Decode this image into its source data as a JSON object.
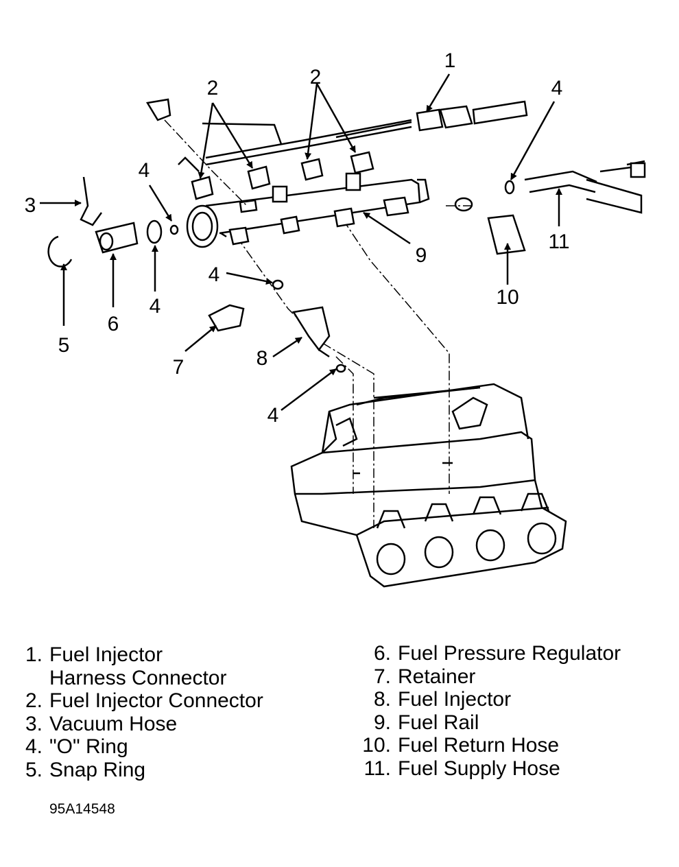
{
  "callouts": [
    {
      "id": "c1",
      "text": "1"
    },
    {
      "id": "c2a",
      "text": "2"
    },
    {
      "id": "c2b",
      "text": "2"
    },
    {
      "id": "c3",
      "text": "3"
    },
    {
      "id": "c4a",
      "text": "4"
    },
    {
      "id": "c4b",
      "text": "4"
    },
    {
      "id": "c4c",
      "text": "4"
    },
    {
      "id": "c4d",
      "text": "4"
    },
    {
      "id": "c4e",
      "text": "4"
    },
    {
      "id": "c5",
      "text": "5"
    },
    {
      "id": "c6",
      "text": "6"
    },
    {
      "id": "c7",
      "text": "7"
    },
    {
      "id": "c8",
      "text": "8"
    },
    {
      "id": "c9",
      "text": "9"
    },
    {
      "id": "c10",
      "text": "10"
    },
    {
      "id": "c11",
      "text": "11"
    }
  ],
  "legend_left": [
    {
      "num": "1.",
      "label": "Fuel Injector",
      "cont": "Harness Connector"
    },
    {
      "num": "2.",
      "label": "Fuel Injector Connector"
    },
    {
      "num": "3.",
      "label": "Vacuum Hose"
    },
    {
      "num": "4.",
      "label": "\"O\" Ring"
    },
    {
      "num": "5.",
      "label": "Snap Ring"
    }
  ],
  "legend_right": [
    {
      "num": "6.",
      "label": "Fuel Pressure Regulator"
    },
    {
      "num": "7.",
      "label": "Retainer"
    },
    {
      "num": "8.",
      "label": "Fuel Injector"
    },
    {
      "num": "9.",
      "label": "Fuel Rail"
    },
    {
      "num": "10.",
      "label": "Fuel Return Hose"
    },
    {
      "num": "11.",
      "label": "Fuel Supply Hose"
    }
  ],
  "figure_id": "95A14548"
}
